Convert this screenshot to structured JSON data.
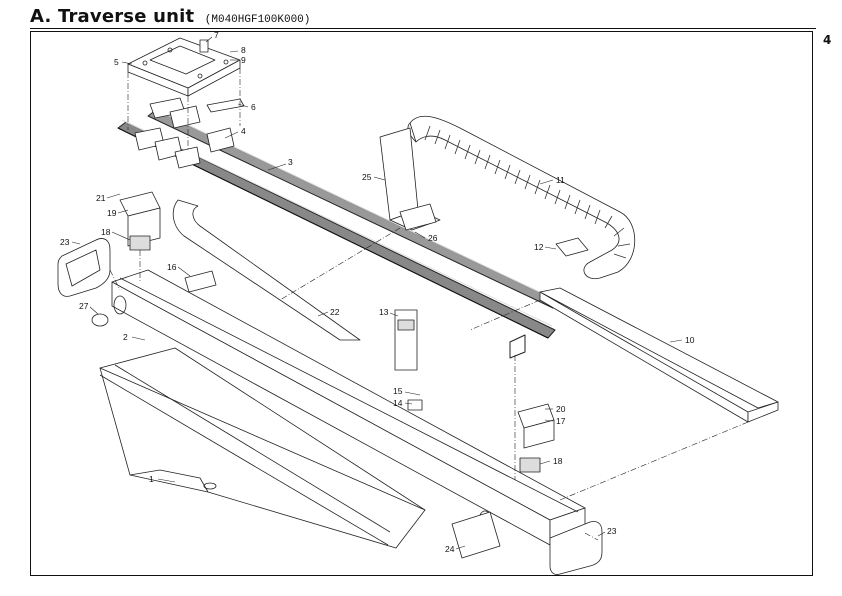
{
  "header": {
    "title": "A. Traverse unit",
    "part_code": "(M040HGF100K000)",
    "page_number": "4"
  },
  "callouts": [
    "1",
    "2",
    "3",
    "4",
    "5",
    "6",
    "7",
    "8",
    "9",
    "10",
    "11",
    "12",
    "13",
    "14",
    "15",
    "16",
    "17",
    "18",
    "18",
    "19",
    "20",
    "21",
    "22",
    "23",
    "23",
    "24",
    "25",
    "26",
    "27"
  ]
}
